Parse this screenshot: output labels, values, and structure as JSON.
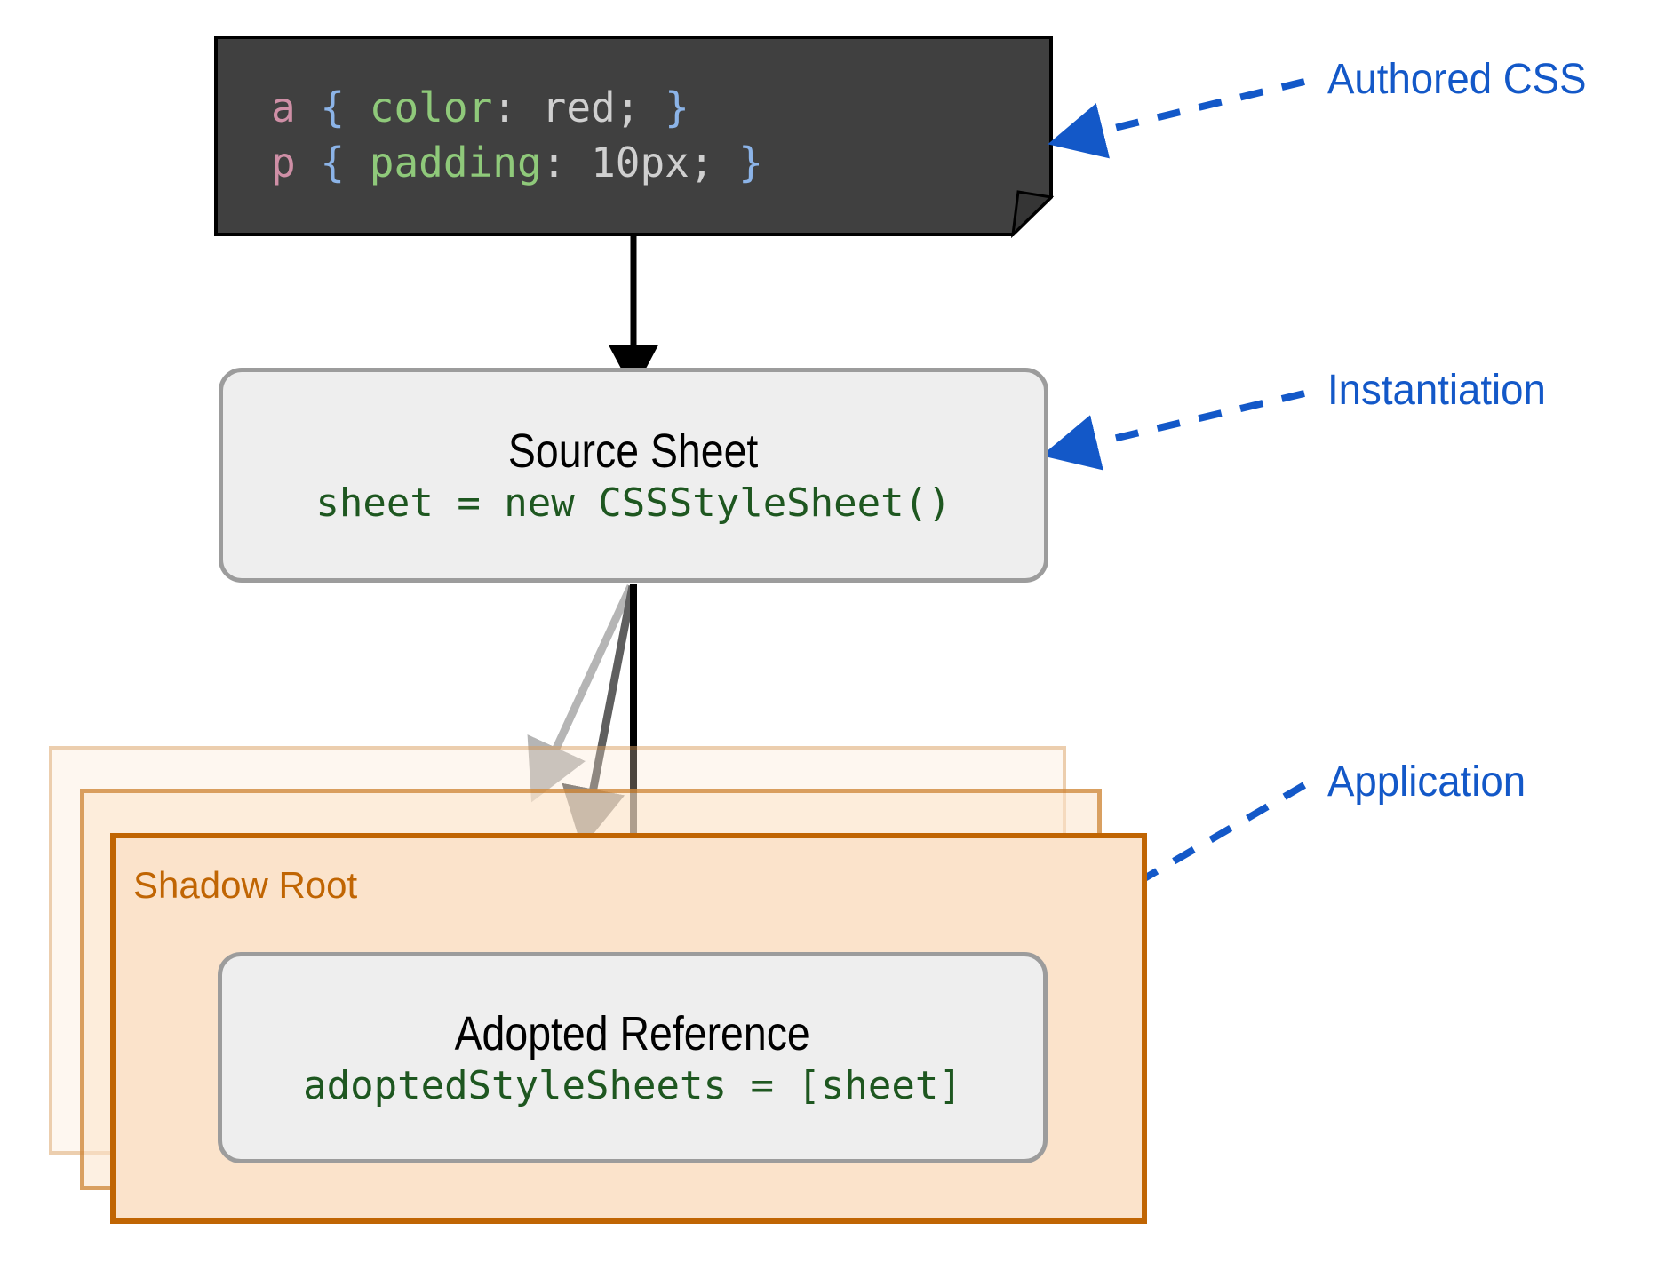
{
  "diagram": {
    "title": "Constructable Stylesheets adoption flow",
    "colors": {
      "code_block_bg": "#404040",
      "code_selector": "#cf8fa6",
      "code_brace": "#8cb4e8",
      "code_property": "#8fc97a",
      "code_value": "#cfcfcf",
      "node_fill": "#eeeeee",
      "node_border": "#9c9c9c",
      "node_code_text": "#1e5720",
      "shadow_fill": "#fbe3cb",
      "shadow_border": "#c06503",
      "annotation_blue": "#1358c8",
      "arrow_black": "#000000",
      "arrow_gray_dark": "#5f5f5f",
      "arrow_gray_light": "#b5b5b5"
    }
  },
  "code_block": {
    "name": "authored-css-snippet",
    "lines": [
      {
        "selector": "a",
        "open": "{",
        "property": "color",
        "colon": ":",
        "value": "red;",
        "close": "}"
      },
      {
        "selector": "p",
        "open": "{",
        "property": "padding",
        "colon": ":",
        "value": "10px;",
        "close": "}"
      }
    ],
    "line1": {
      "selector": "a",
      "open_brace": " { ",
      "property": "color",
      "colon": ": ",
      "value": "red; ",
      "close_brace": "}"
    },
    "line2": {
      "selector": "p",
      "open_brace": " { ",
      "property": "padding",
      "colon": ": ",
      "value": "10px; ",
      "close_brace": "}"
    }
  },
  "nodes": {
    "source_sheet": {
      "title": "Source Sheet",
      "code": "sheet = new CSSStyleSheet()"
    },
    "adopted_reference": {
      "title": "Adopted Reference",
      "code": "adoptedStyleSheets = [sheet]"
    }
  },
  "shadow_root": {
    "label": "Shadow Root",
    "stack_count": 3
  },
  "annotations": [
    {
      "id": "authored-css",
      "label": "Authored CSS"
    },
    {
      "id": "instantiation",
      "label": "Instantiation"
    },
    {
      "id": "application",
      "label": "Application"
    }
  ],
  "labels": {
    "authored_css": "Authored CSS",
    "instantiation": "Instantiation",
    "application": "Application"
  }
}
